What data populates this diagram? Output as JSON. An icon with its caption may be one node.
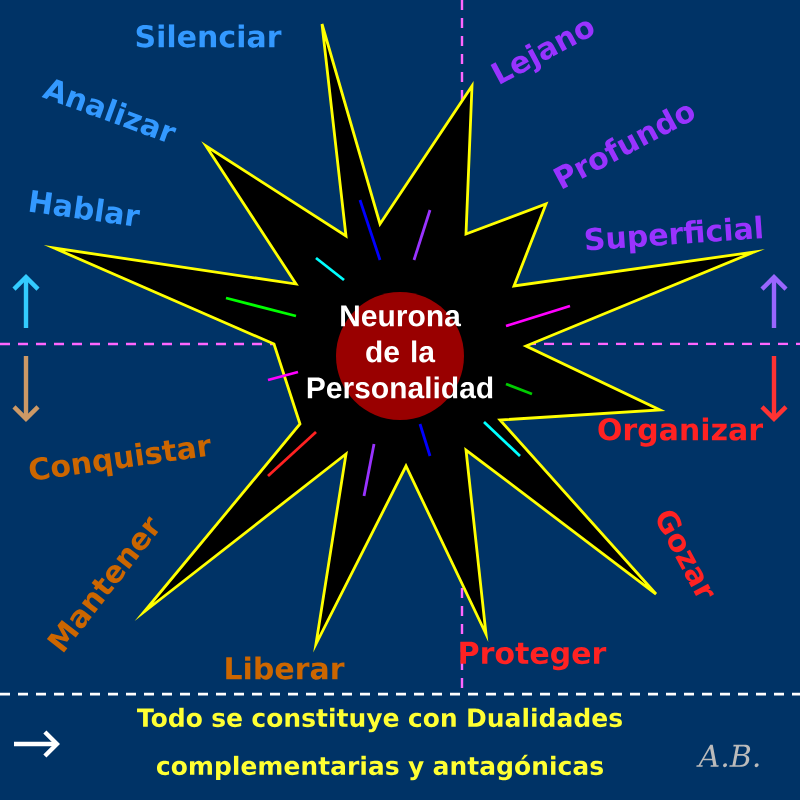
{
  "diagram": {
    "nodes": [
      {
        "text": [
          "Neurona de la Personalidad"
        ]
      }
    ],
    "labels": [
      "Silenciar",
      "Lejano",
      "Analizar",
      "Profundo",
      "Hablar",
      "Superficial",
      "Organizar",
      "Conquistar",
      "Mantener",
      "Gozar",
      "Liberar",
      "Proteger",
      "Todo se constituye con Dualidades complementarias y antagónicas",
      "A.B."
    ]
  }
}
